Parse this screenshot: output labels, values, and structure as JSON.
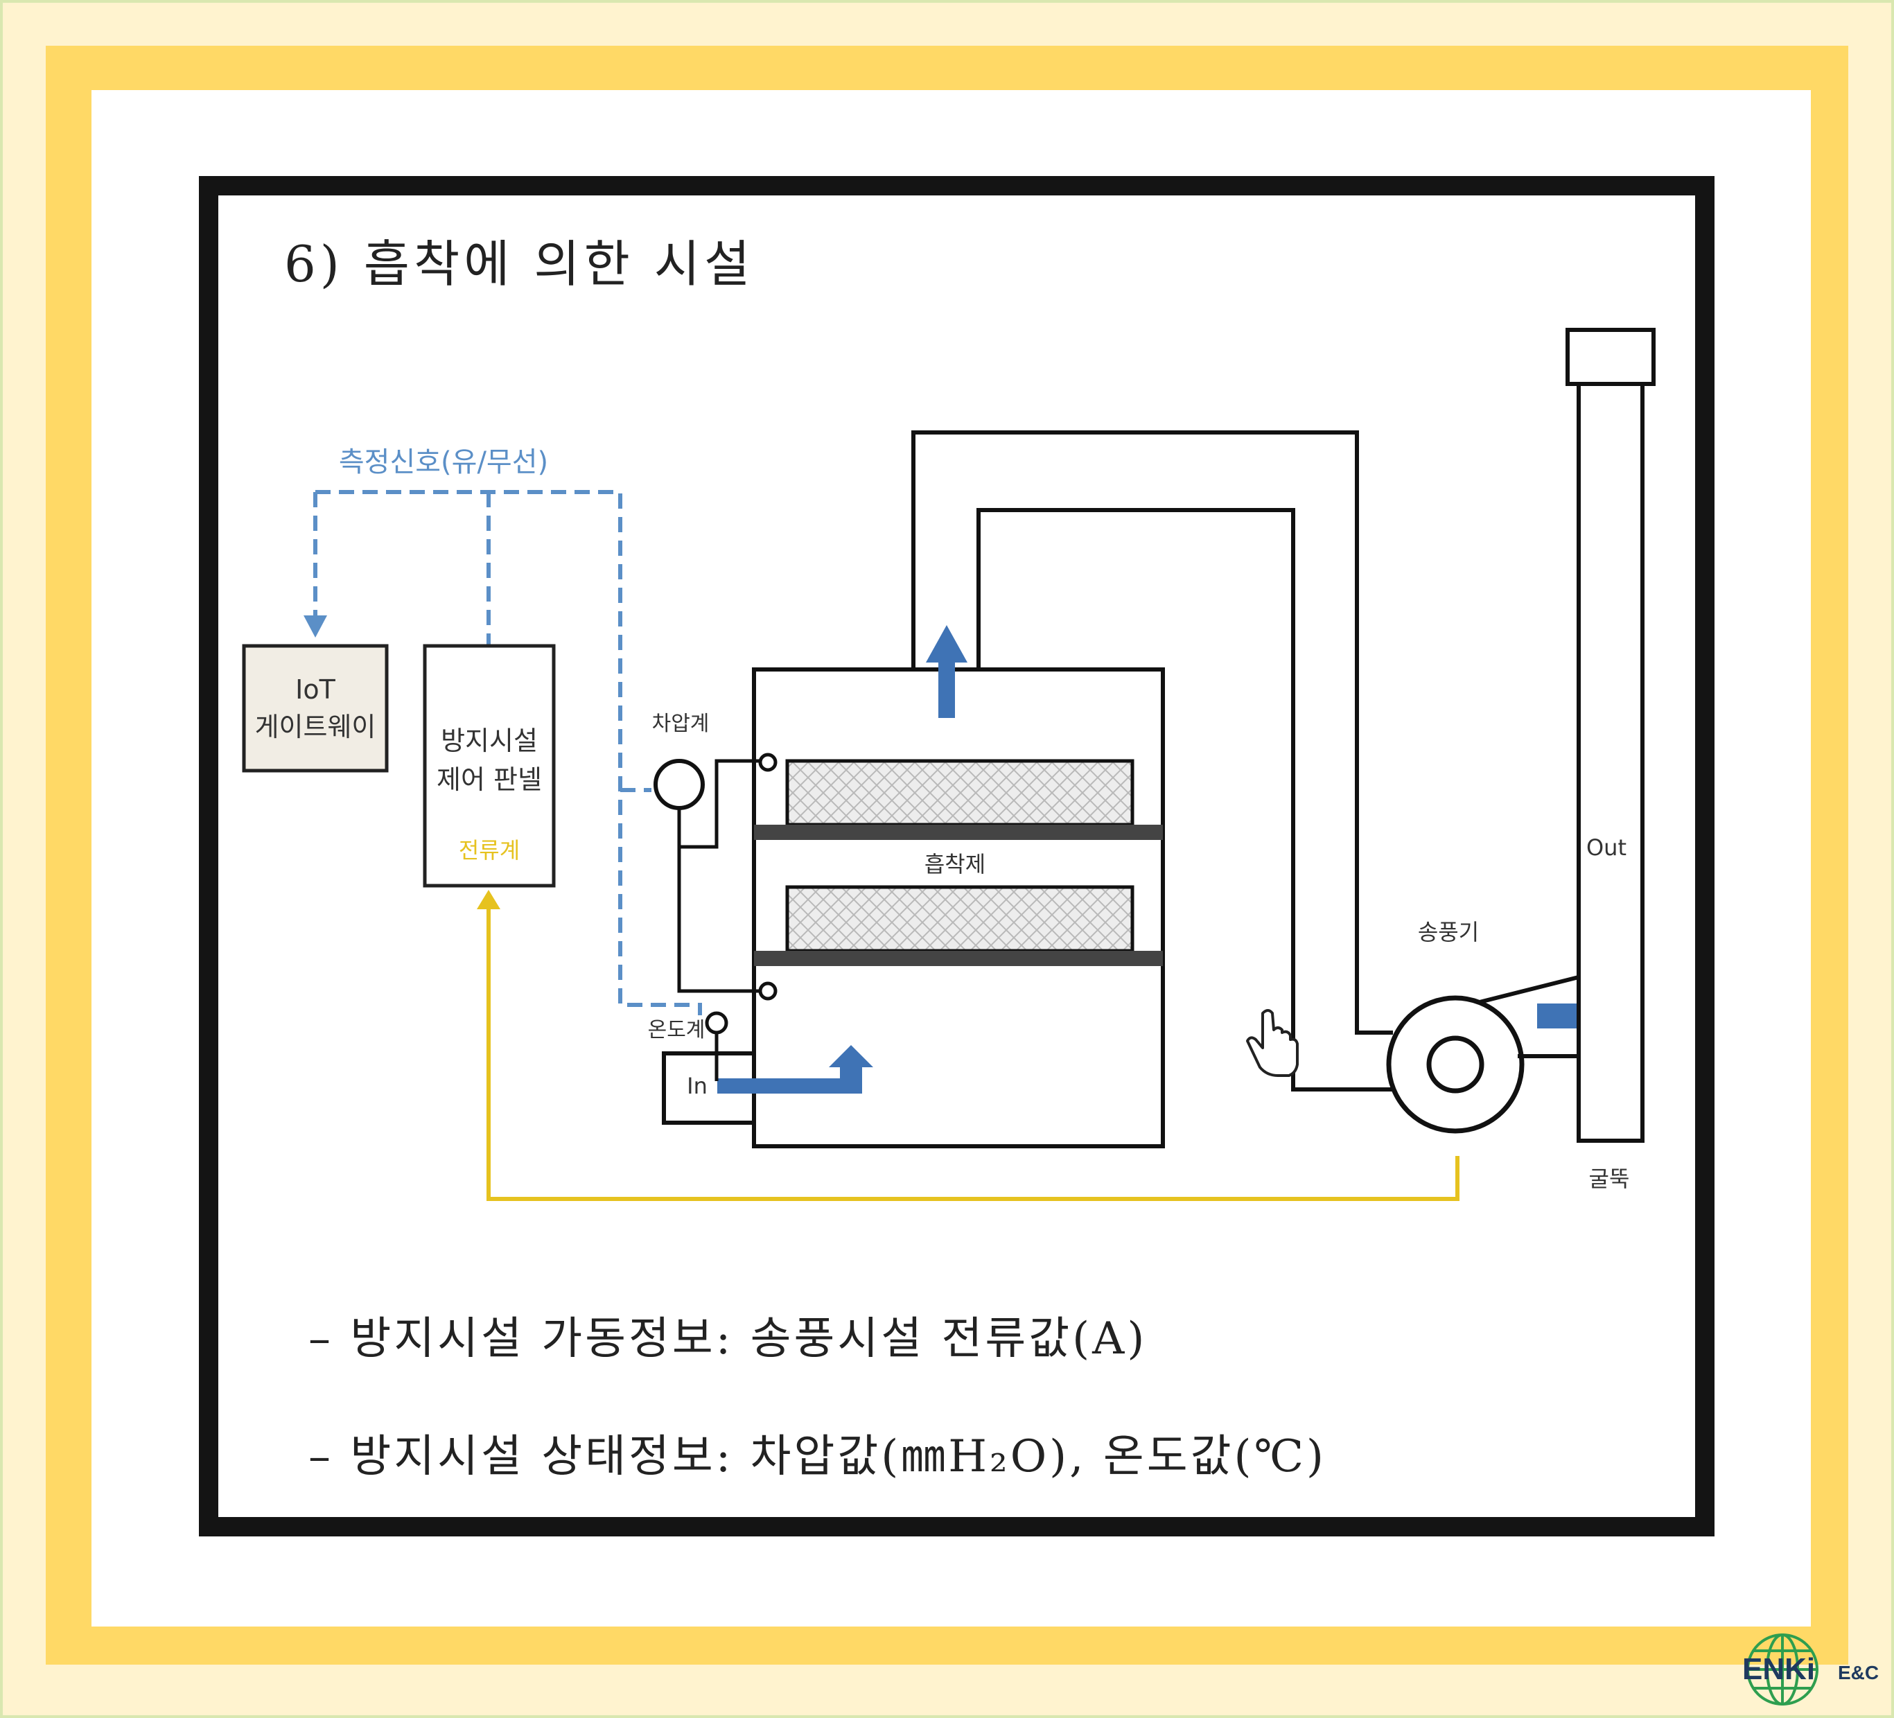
{
  "title": "6) 흡착에 의한 시설",
  "diagram": {
    "signal_label": "측정신호(유/무선)",
    "gateway_line1": "IoT",
    "gateway_line2": "게이트웨이",
    "panel_line1": "방지시설",
    "panel_line2": "제어 판넬",
    "panel_meter": "전류계",
    "pressure_meter": "차압계",
    "temperature_meter": "온도계",
    "adsorbent": "흡착제",
    "inlet": "In",
    "blower": "송풍기",
    "outlet": "Out",
    "stack": "굴뚝"
  },
  "bullets": [
    "– 방지시설 가동정보: 송풍시설 전류값(A)",
    "– 방지시설 상태정보: 차압값(㎜H₂O), 온도값(℃)"
  ],
  "logo": {
    "name": "ENKi",
    "suffix": "E&C"
  },
  "colors": {
    "signal_blue": "#5b8fc7",
    "flow_blue": "#3f73b5",
    "current_yellow": "#e6c21f",
    "gateway_fill": "#f1ede4",
    "frame_gold": "#ffd966"
  },
  "icons": [
    "hand-pointer-icon",
    "globe-icon"
  ]
}
